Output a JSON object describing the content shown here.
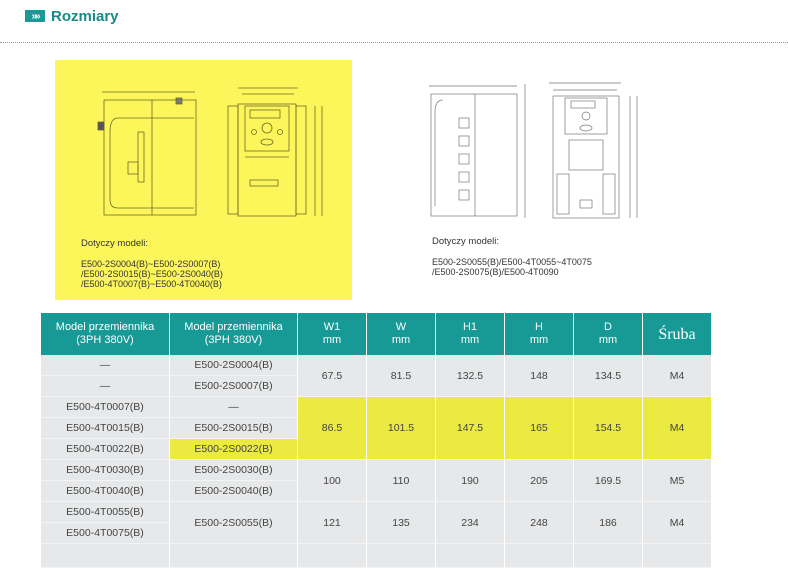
{
  "header": {
    "icon": "double-chevron-right-icon",
    "icon_glyph": "»»",
    "title": "Rozmiary"
  },
  "diagrams": [
    {
      "applies_label": "Dotyczy modeli:",
      "models": "E500-2S0004(B)~E500-2S0007(B)\n/E500-2S0015(B)~E500-2S0040(B)\n/E500-4T0007(B)~E500-4T0040(B)",
      "background": "#fdf65a"
    },
    {
      "applies_label": "Dotyczy modeli:",
      "models": "E500-2S0055(B)/E500-4T0055~4T0075\n/E500-2S0075(B)/E500-4T0090",
      "background": "#ffffff"
    }
  ],
  "table": {
    "headers": [
      {
        "line1": "Model przemiennika",
        "line2": "(3PH 380V)"
      },
      {
        "line1": "Model przemiennika",
        "line2": "(3PH 380V)"
      },
      {
        "line1": "W1",
        "line2": "mm"
      },
      {
        "line1": "W",
        "line2": "mm"
      },
      {
        "line1": "H1",
        "line2": "mm"
      },
      {
        "line1": "H",
        "line2": "mm"
      },
      {
        "line1": "D",
        "line2": "mm"
      },
      {
        "line1": "Śruba",
        "line2": ""
      }
    ],
    "rows": [
      {
        "m1": "—",
        "m2": "E500-2S0004(B)"
      },
      {
        "m1": "—",
        "m2": "E500-2S0007(B)"
      },
      {
        "m1": "E500-4T0007(B)",
        "m2": "—"
      },
      {
        "m1": "E500-4T0015(B)",
        "m2": "E500-2S0015(B)"
      },
      {
        "m1": "E500-4T0022(B)",
        "m2": "E500-2S0022(B)"
      },
      {
        "m1": "E500-4T0030(B)",
        "m2": "E500-2S0030(B)"
      },
      {
        "m1": "E500-4T0040(B)",
        "m2": "E500-2S0040(B)"
      },
      {
        "m1": "E500-4T0055(B)",
        "m2": "E500-2S0055(B)"
      },
      {
        "m1": "E500-4T0075(B)",
        "m2": ""
      },
      {
        "m1": "",
        "m2": ""
      }
    ],
    "groups": [
      {
        "W1": "67.5",
        "W": "81.5",
        "H1": "132.5",
        "H": "148",
        "D": "134.5",
        "sruba": "M4"
      },
      {
        "W1": "86.5",
        "W": "101.5",
        "H1": "147.5",
        "H": "165",
        "D": "154.5",
        "sruba": "M4"
      },
      {
        "W1": "100",
        "W": "110",
        "H1": "190",
        "H": "205",
        "D": "169.5",
        "sruba": "M5"
      },
      {
        "W1": "121",
        "W": "135",
        "H1": "234",
        "H": "248",
        "D": "186",
        "sruba": "M4"
      }
    ],
    "colors": {
      "header": "#179a95",
      "row": "#e7e8e9",
      "highlight": "#ebea40"
    }
  }
}
